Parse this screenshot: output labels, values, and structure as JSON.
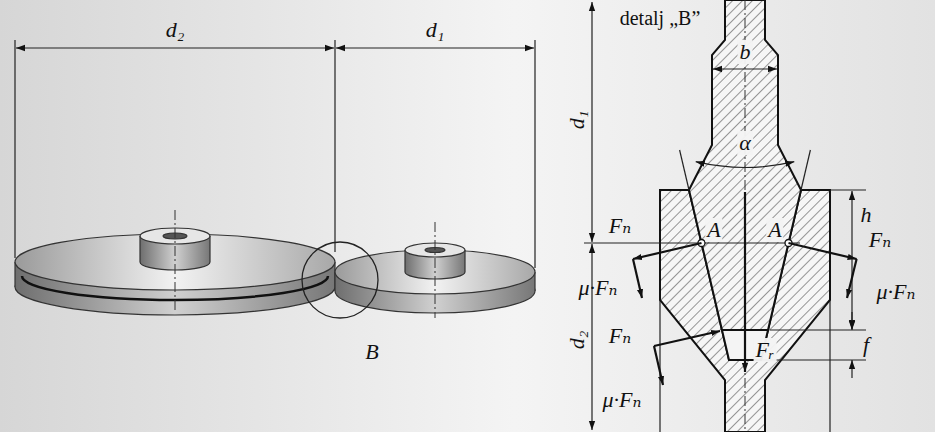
{
  "diagram": {
    "labels": [
      "d₂",
      "d₁",
      "B",
      "detalj „B”",
      "b",
      "d₁",
      "α",
      "A",
      "A",
      "h",
      "Fₙ",
      "Fₙ",
      "μ·Fₙ",
      "μ·Fₙ",
      "f",
      "d₂",
      "Fₙ",
      "μ·Fₙ",
      "Fᵣ"
    ]
  }
}
